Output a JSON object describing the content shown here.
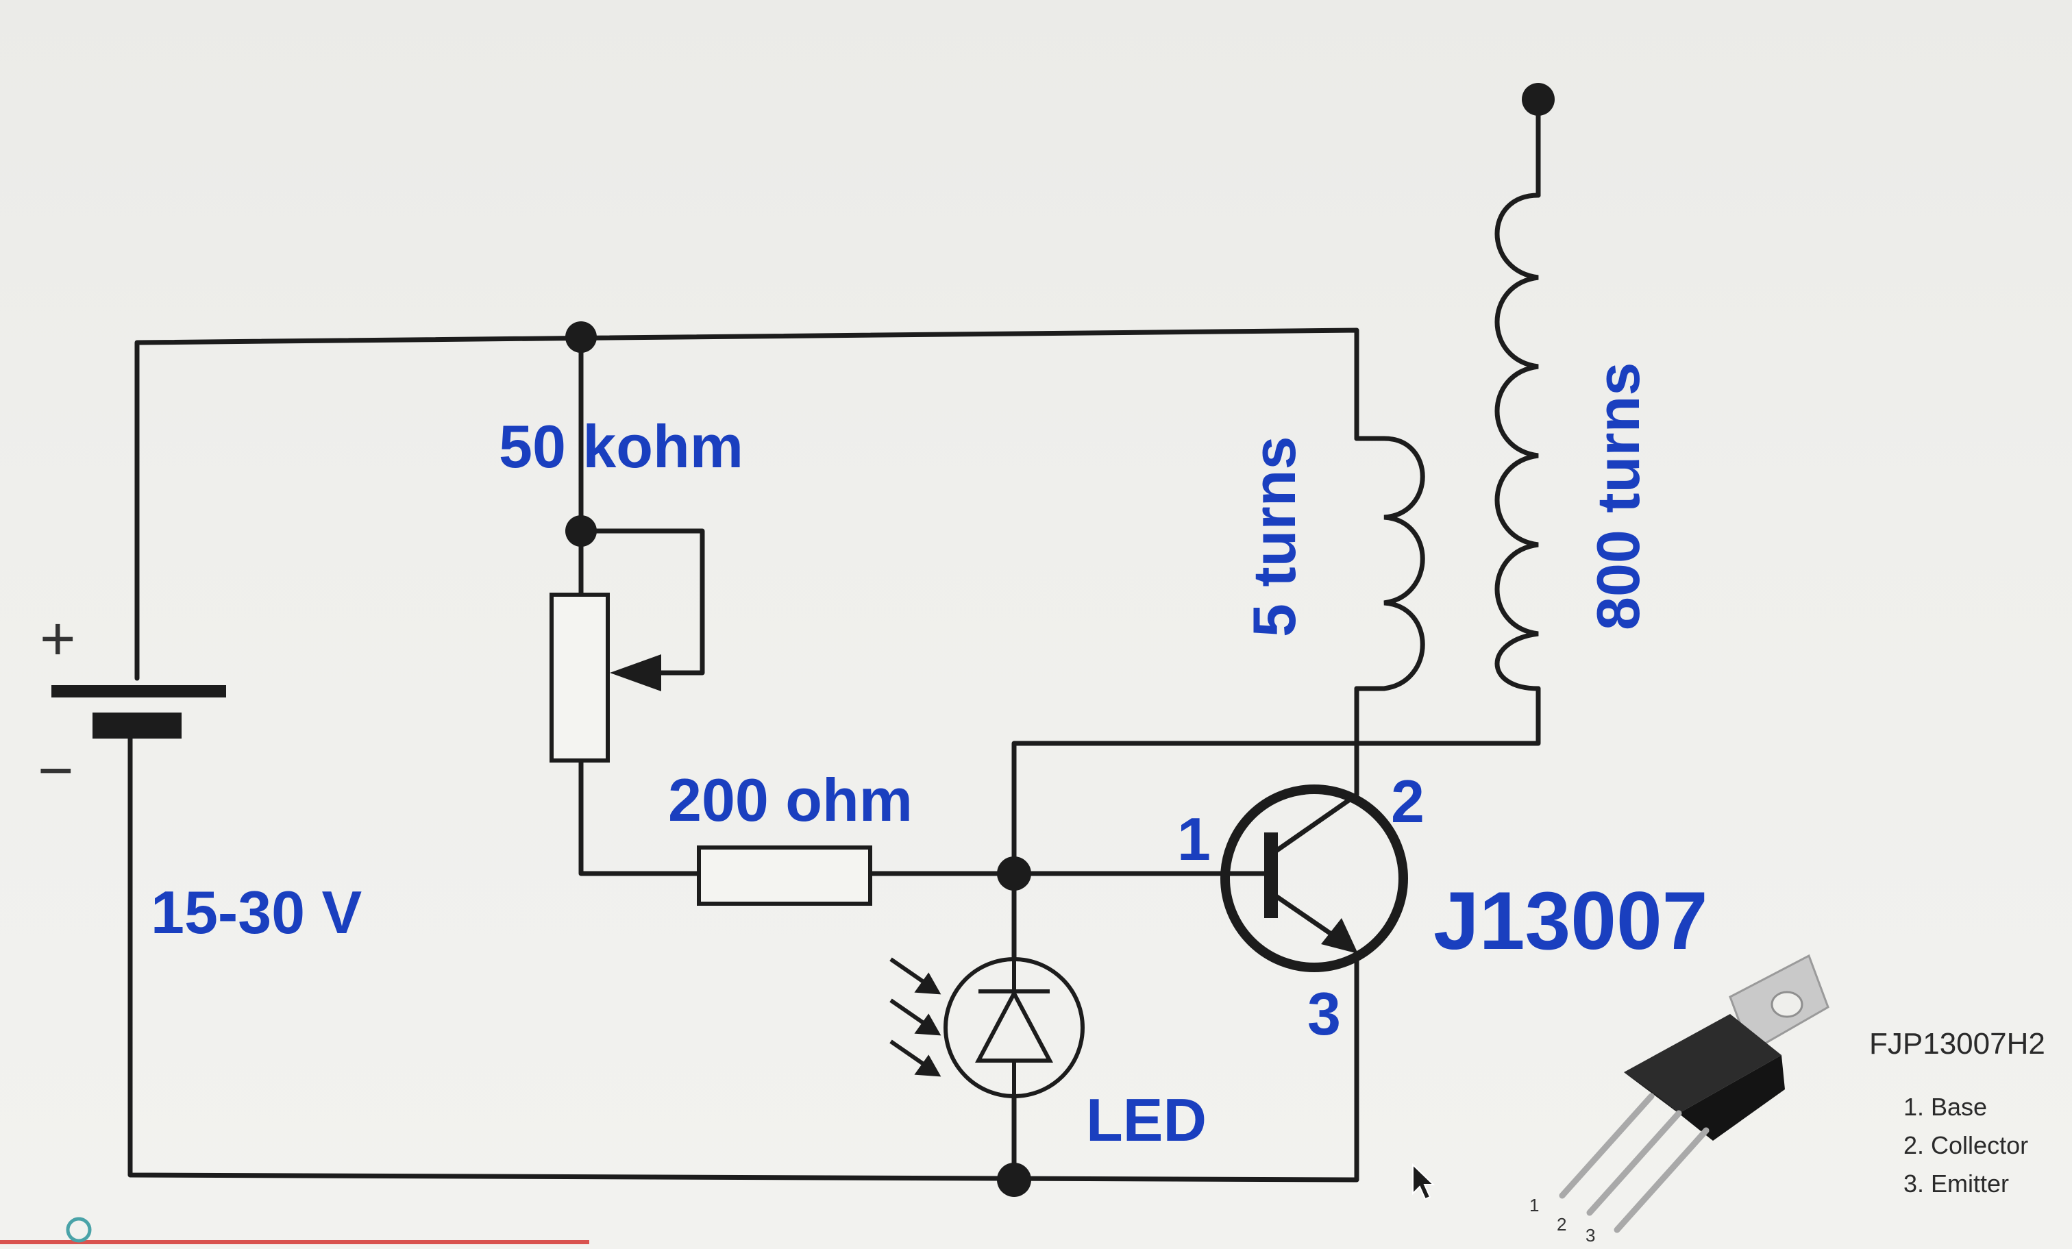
{
  "diagram": {
    "battery": {
      "plus_sign": "+",
      "minus_sign": "−",
      "voltage_label": "15-30 V"
    },
    "potentiometer": {
      "label": "50 kohm"
    },
    "resistor": {
      "label": "200 ohm"
    },
    "led": {
      "label": "LED"
    },
    "primary_coil": {
      "label": "5 turns"
    },
    "secondary_coil": {
      "label": "800 turns"
    },
    "transistor": {
      "label": "J13007",
      "pin_base": "1",
      "pin_collector": "2",
      "pin_emitter": "3"
    },
    "package_info": {
      "part_number": "FJP13007H2",
      "pins": [
        "1. Base",
        "2. Collector",
        "3. Emitter"
      ],
      "leg_numbers": [
        "1",
        "2",
        "3"
      ]
    },
    "colors": {
      "label_blue": "#1a3fbf",
      "wire": "#1c1c1c",
      "background": "#efefec"
    }
  }
}
